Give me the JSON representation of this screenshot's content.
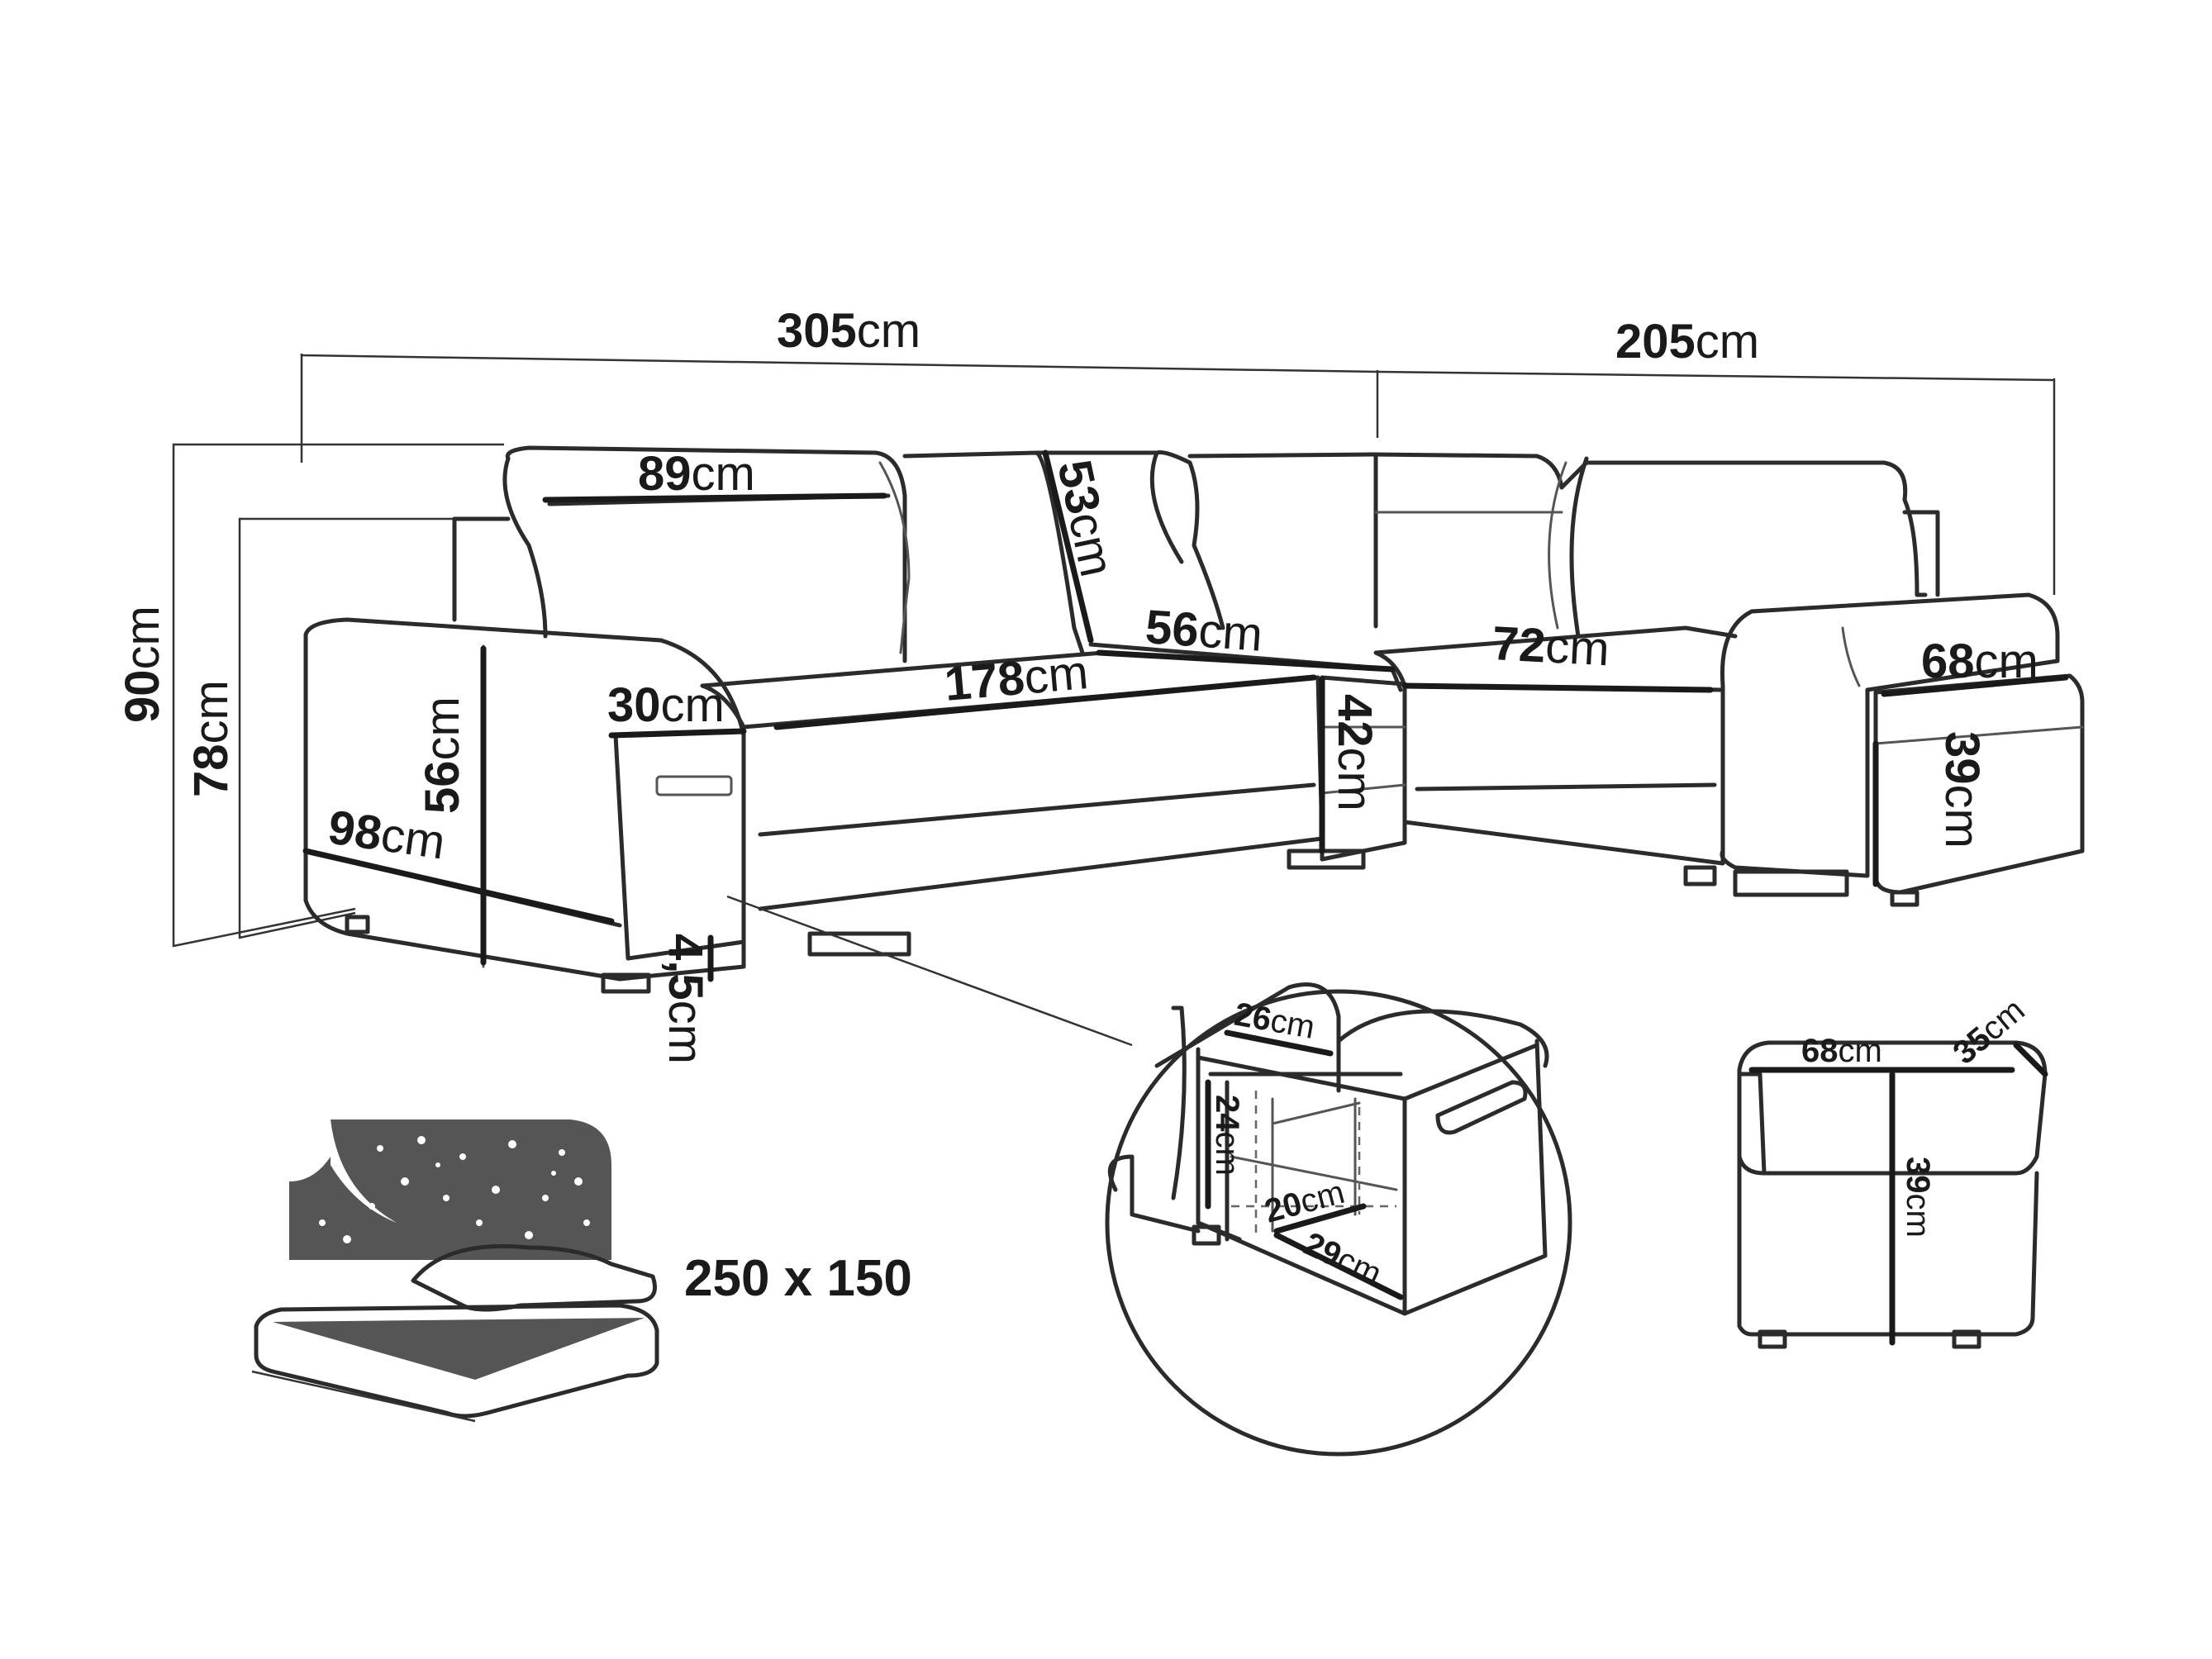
{
  "unit": "cm",
  "dimensions": {
    "total_width": "305",
    "corner_width": "205",
    "total_height": "90",
    "backrest_height": "78",
    "seat_section_width": "89",
    "backrest_depth": "53",
    "armrest_height": "56",
    "armrest_width": "30",
    "side_depth": "98",
    "seat_width": "178",
    "corner_seat_depth": "56",
    "seat_height": "42",
    "corner_seat_width": "72",
    "leg_height": "4,5",
    "pouf_depth_top": "68",
    "pouf_height_top": "39"
  },
  "storage_detail": {
    "width": "26",
    "height": "24",
    "depth": "20",
    "length": "29"
  },
  "pouf": {
    "width": "68",
    "depth": "35",
    "height": "39"
  },
  "bed": {
    "size": "250 x 150"
  },
  "colors": {
    "line": "#2b2b2b",
    "bed_background": "#555555",
    "text": "#1a1a1a"
  }
}
